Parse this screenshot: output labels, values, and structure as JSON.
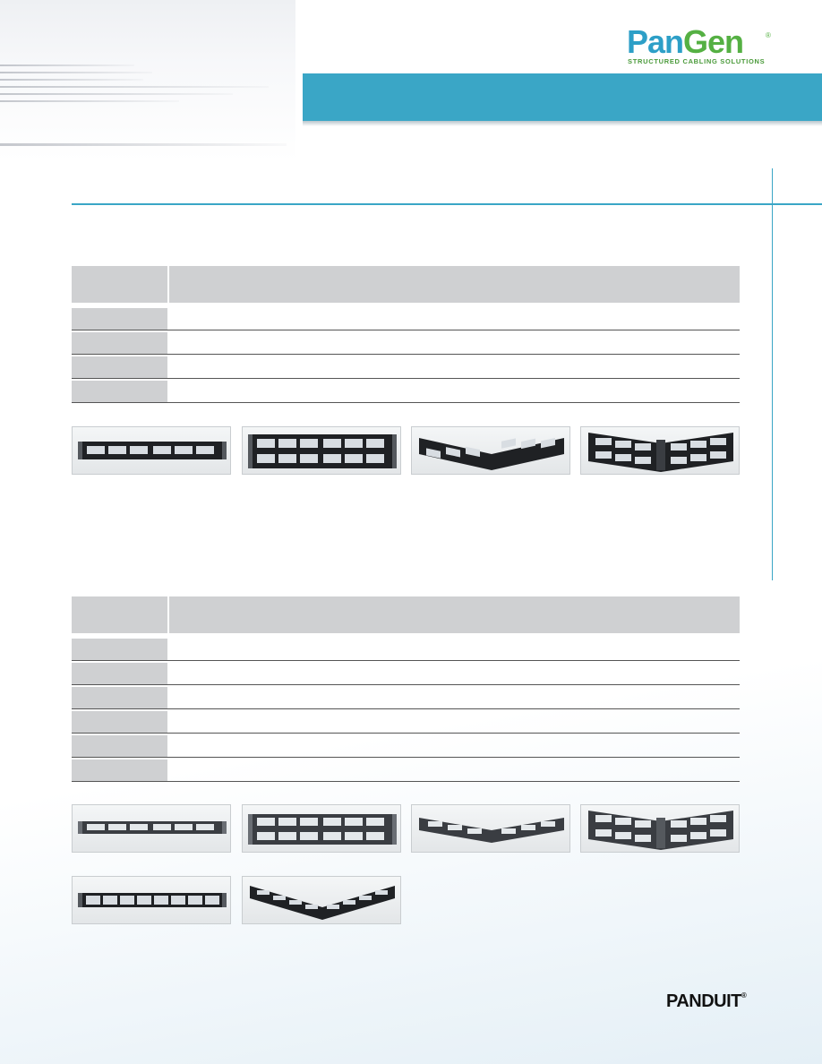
{
  "brand": {
    "logo_pan": "Pan",
    "logo_gen": "Gen",
    "logo_reg": "®",
    "tagline": "STRUCTURED CABLING SOLUTIONS",
    "footer_logo": "PANDUIT",
    "footer_reg": "®",
    "primary_color": "#3aa6c6",
    "logo_green": "#55b043"
  },
  "table1": {
    "col1_header": "",
    "col2_header": "",
    "rows": [
      {
        "c1": "",
        "c2": ""
      },
      {
        "c1": "",
        "c2": ""
      },
      {
        "c1": "",
        "c2": ""
      },
      {
        "c1": "",
        "c2": ""
      }
    ]
  },
  "table2": {
    "col1_header": "",
    "col2_header": "",
    "rows": [
      {
        "c1": "",
        "c2": ""
      },
      {
        "c1": "",
        "c2": ""
      },
      {
        "c1": "",
        "c2": ""
      },
      {
        "c1": "",
        "c2": ""
      },
      {
        "c1": "",
        "c2": ""
      },
      {
        "c1": "",
        "c2": ""
      }
    ]
  },
  "images": {
    "row1": [
      "flat-patch-panel-1ru",
      "flat-patch-panel-2ru",
      "angled-patch-panel-1ru",
      "angled-patch-panel-2ru"
    ],
    "row2": [
      "flat-patch-panel-1ru",
      "flat-patch-panel-2ru",
      "angled-patch-panel-1ru",
      "angled-patch-panel-2ru"
    ],
    "row3": [
      "flat-patch-panel-1ru-48port",
      "angled-patch-panel-1ru-48port"
    ]
  }
}
